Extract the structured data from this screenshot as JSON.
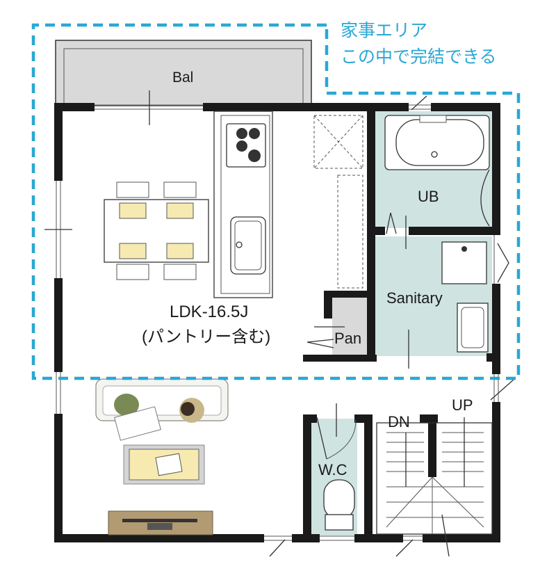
{
  "area_note": {
    "line1": "家事エリア",
    "line2": "この中で完結できる",
    "color": "#2aa7d6"
  },
  "rooms": {
    "balcony": "Bal",
    "ldk_line1": "LDK-16.5J",
    "ldk_line2": "(パントリー含む)",
    "bath": "UB",
    "sanitary": "Sanitary",
    "pantry": "Pan",
    "toilet": "W.C"
  },
  "stairs": {
    "down": "DN",
    "up": "UP"
  },
  "colors": {
    "wall": "#1a1a1a",
    "wet_area": "#cfe3e1",
    "balcony": "#d9d9d9",
    "furniture_accent": "#f7eab0"
  }
}
